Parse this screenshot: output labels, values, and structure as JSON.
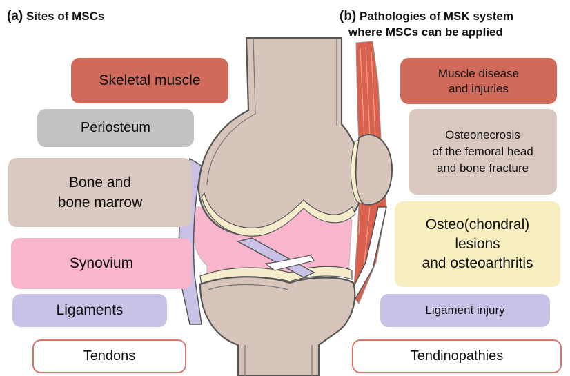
{
  "headings": {
    "left_tag": "(a)",
    "left_title": "Sites of MSCs",
    "right_tag": "(b)",
    "right_title_line1": "Pathologies of  MSK system",
    "right_title_line2": "where MSCs can be applied"
  },
  "sites": [
    {
      "label": "Skeletal  muscle",
      "color": "#d06a5a"
    },
    {
      "label": "Periosteum",
      "color": "#c2c2c2"
    },
    {
      "label": "Bone and\nbone marrow",
      "color": "#d9c8bf"
    },
    {
      "label": "Synovium",
      "color": "#f7b6cd"
    },
    {
      "label": "Ligaments",
      "color": "#c9c2e6"
    },
    {
      "label": "Tendons",
      "color": "#ffffff",
      "border": "#d9756a"
    }
  ],
  "pathologies": [
    {
      "label": "Muscle disease\nand injuries",
      "color": "#d06a5a"
    },
    {
      "label": "Osteonecrosis\nof the femoral head\nand bone fracture",
      "color": "#d9c8bf"
    },
    {
      "label": "Osteo(chondral)\nlesions\nand osteoarthritis",
      "color": "#f7efc0"
    },
    {
      "label": "Ligament injury",
      "color": "#c9c2e6"
    },
    {
      "label": "Tendinopathies",
      "color": "#ffffff",
      "border": "#d9756a"
    }
  ],
  "palette": {
    "bone": "#d7c5bb",
    "cartilage": "#f5eccb",
    "synovium": "#f7b6cd",
    "ligament": "#c9c2e6",
    "muscle": "#d9604d",
    "outline": "#555555"
  }
}
